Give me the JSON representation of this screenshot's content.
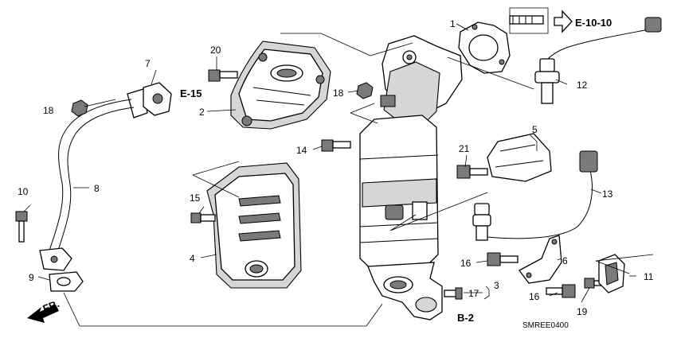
{
  "callouts": {
    "c1": "1",
    "c2": "2",
    "c3": "3",
    "c4": "4",
    "c5": "5",
    "c6": "6",
    "c7": "7",
    "c8": "8",
    "c9": "9",
    "c10": "10",
    "c11": "11",
    "c12": "12",
    "c13": "13",
    "c14": "14",
    "c15": "15",
    "c16a": "16",
    "c16b": "16",
    "c17": "17",
    "c18a": "18",
    "c18b": "18",
    "c19": "19",
    "c20": "20",
    "c21": "21"
  },
  "references": {
    "e15": "E-15",
    "e1010": "E-10-10",
    "b2": "B-2"
  },
  "direction_label": "FR.",
  "diagram_code": "SMREE0400",
  "icons": {
    "arrow": "outline-right-arrow",
    "front": "front-direction-arrow"
  }
}
